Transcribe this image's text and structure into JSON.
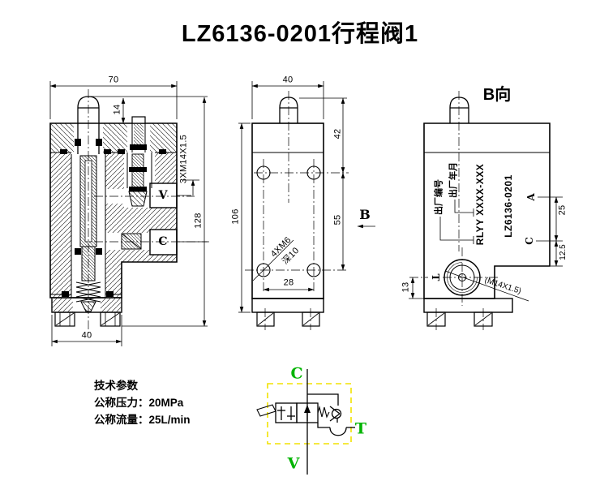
{
  "title": "LZ6136-0201行程阀1",
  "section_view": {
    "dim_width_top": "70",
    "dim_plunger_height": "14",
    "thread_callout": "3XM14X1.5",
    "dim_total_height": "128",
    "dim_foot_width": "40",
    "port_v": "V",
    "port_c": "C"
  },
  "front_view": {
    "dim_width": "40",
    "dim_top_to_holes": "42",
    "dim_height": "106",
    "dim_holes_span": "55",
    "dim_hole_spacing": "28",
    "holes_callout": "4XM6",
    "holes_depth": "深10",
    "view_label": "B"
  },
  "b_view": {
    "title": "B向",
    "marking_line1": "出厂年月",
    "marking_line2": "出厂编号",
    "marking_code": "RLYY XXXX-XXX",
    "marking_model": "LZ6136-0201",
    "port_a": "A",
    "port_c": "C",
    "port_t": "T",
    "dim_port_spacing": "25",
    "dim_port_offset": "12.5",
    "dim_t_offset": "13",
    "thread_callout": "(M14X1.5)"
  },
  "specs": {
    "heading": "技术参数",
    "pressure_label": "公称压力：",
    "pressure_value": "20MPa",
    "flow_label": "公称流量：",
    "flow_value": "25L/min"
  },
  "schematic": {
    "port_top": "C",
    "port_bottom": "V",
    "port_right": "T",
    "colors": {
      "port_label_green": "#00b400",
      "enclosure_yellow": "#f2e200"
    }
  }
}
